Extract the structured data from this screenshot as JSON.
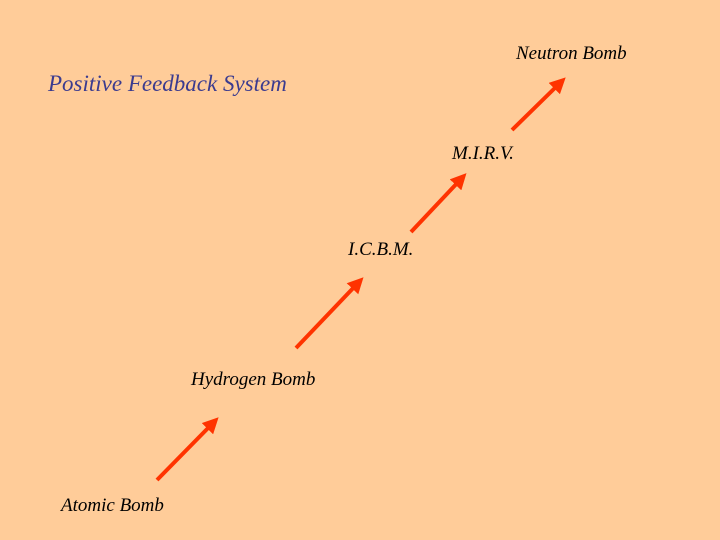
{
  "title": "Positive Feedback System",
  "stages": [
    {
      "label": "Atomic Bomb"
    },
    {
      "label": "Hydrogen Bomb"
    },
    {
      "label": "I.C.B.M."
    },
    {
      "label": "M.I.R.V."
    },
    {
      "label": "Neutron Bomb"
    }
  ],
  "colors": {
    "background": "#FFCC99",
    "title": "#3B3B8F",
    "arrow": "#FF3300",
    "text": "#000000"
  }
}
